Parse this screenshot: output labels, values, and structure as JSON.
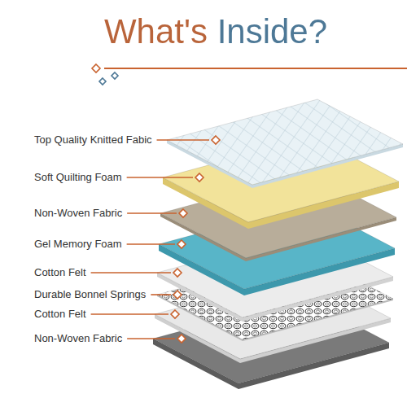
{
  "diagram": {
    "title": "What's Inside?",
    "labels": [
      "Top Quality Knitted Fabic",
      "Soft Quilting Foam",
      "Non-Woven Fabric",
      "Gel Memory Foam",
      "Cotton Felt",
      "Durable Bonnel Springs",
      "Cotton Felt",
      "Non-Woven Fabric"
    ]
  }
}
